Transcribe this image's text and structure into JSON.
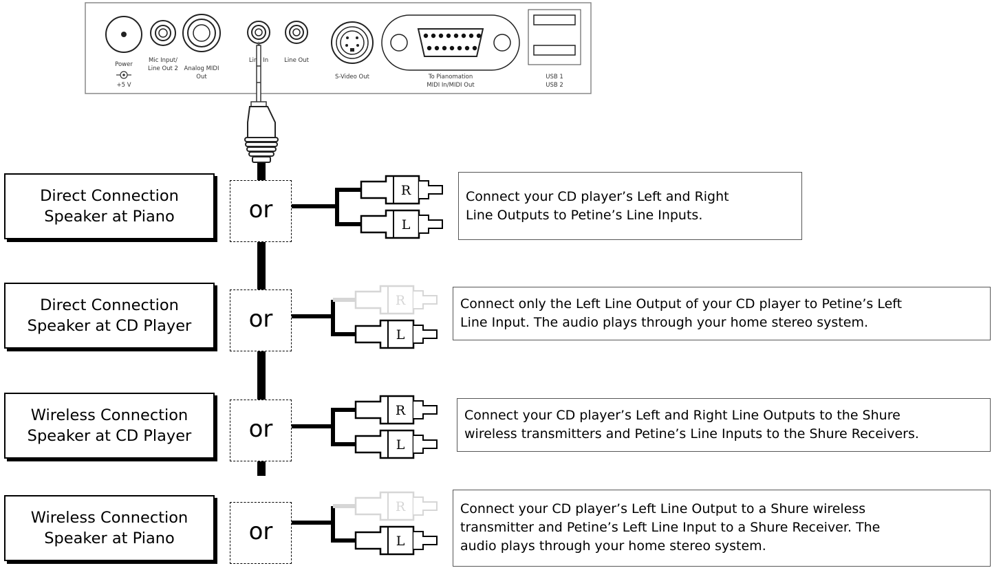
{
  "rear_panel": {
    "power_label": "Power",
    "power_voltage": "+5 V",
    "mic_label_1": "Mic Input/",
    "mic_label_2": "Line Out 2",
    "analog_midi_label_1": "Analog MIDI",
    "analog_midi_label_2": "Out",
    "line_in_label": "Line In",
    "line_out_label": "Line Out",
    "svideo_label": "S-Video Out",
    "pianomation_label_1": "To Pianomation",
    "pianomation_label_2": "MIDI In/MIDI Out",
    "usb1_label": "USB 1",
    "usb2_label": "USB 2"
  },
  "or_label": "or",
  "plug_right_letter": "R",
  "plug_left_letter": "L",
  "options": [
    {
      "title_line1": "Direct Connection",
      "title_line2": "Speaker at Piano",
      "right_channel": true,
      "description_lines": [
        "Connect your CD player’s Left and Right",
        "Line Outputs to Petine’s Line Inputs."
      ]
    },
    {
      "title_line1": "Direct Connection",
      "title_line2": "Speaker at CD Player",
      "right_channel": false,
      "description_lines": [
        "Connect only the Left Line Output of your CD player to Petine’s Left",
        "Line Input. The audio plays through your home stereo system."
      ]
    },
    {
      "title_line1": "Wireless Connection",
      "title_line2": "Speaker at CD Player",
      "right_channel": true,
      "description_lines": [
        "Connect your CD player’s Left and Right Line Outputs to the Shure",
        "wireless transmitters and Petine’s Line Inputs to the Shure Receivers."
      ]
    },
    {
      "title_line1": "Wireless Connection",
      "title_line2": "Speaker at Piano",
      "right_channel": false,
      "description_lines": [
        "Connect your CD player’s Left Line Output to a Shure wireless",
        "transmitter and Petine’s Left Line Input to a Shure Receiver.  The",
        "audio plays through your home stereo system."
      ]
    }
  ],
  "colors": {
    "line": "#000000",
    "unused_channel": "#d6d6d6"
  }
}
